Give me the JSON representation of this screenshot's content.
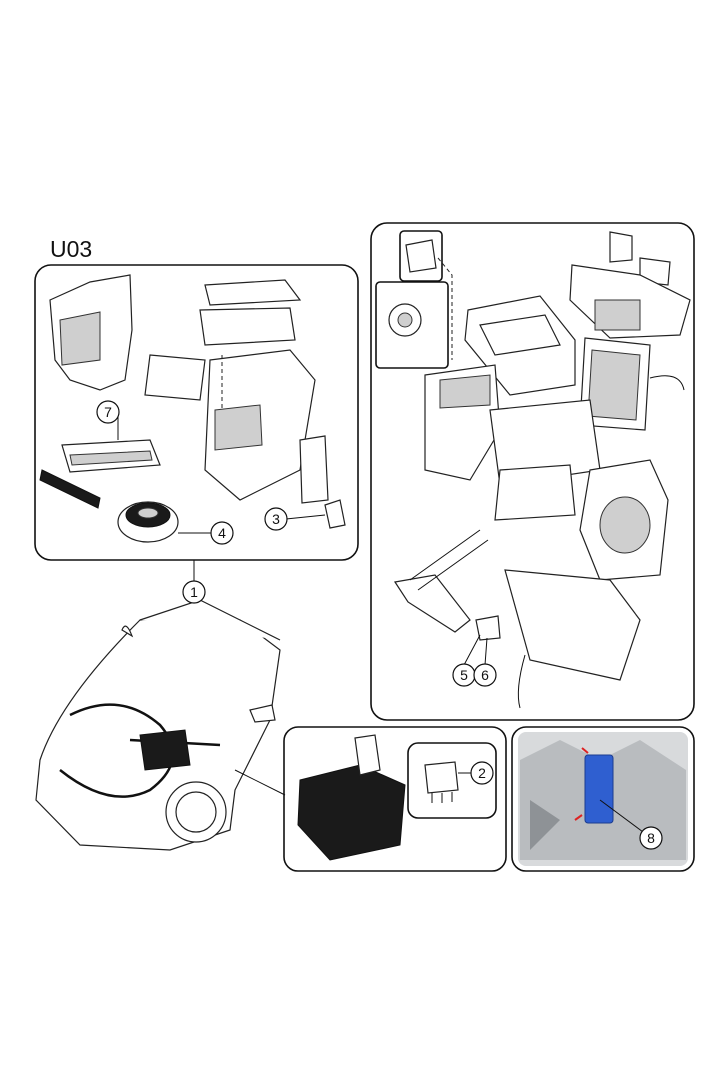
{
  "diagram": {
    "section_label": "U03",
    "callouts": [
      "1",
      "2",
      "3",
      "4",
      "5",
      "6",
      "7",
      "8"
    ],
    "colors": {
      "line": "#111111",
      "photo_highlight": "#2f5fd0",
      "photo_bg": "#d8dadc"
    }
  }
}
